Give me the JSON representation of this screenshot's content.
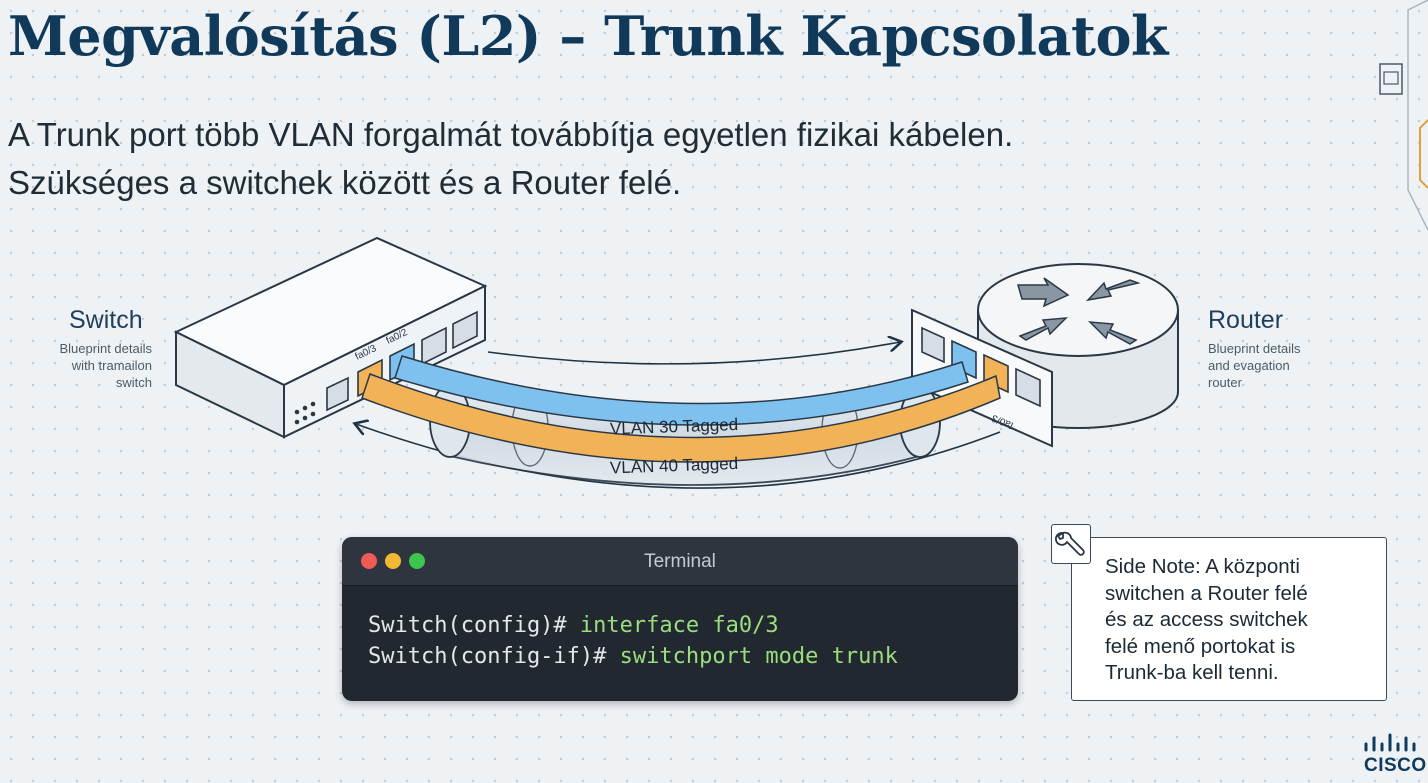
{
  "slide": {
    "title": "Megvalósítás (L2) – Trunk Kapcsolatok",
    "subtitle_line1": "A Trunk port több VLAN forgalmát továbbítja egyetlen fizikai kábelen.",
    "subtitle_line2": "Szükséges a switchek között és a Router felé."
  },
  "diagram": {
    "switch": {
      "label": "Switch",
      "desc_lines": [
        "Blueprint details",
        "with tramailon",
        "switch"
      ],
      "port_labels": [
        "fa0/3",
        "fa0/2"
      ]
    },
    "router": {
      "label": "Router",
      "desc_lines": [
        "Blueprint details",
        "and evagation",
        "router"
      ],
      "port_label": "fa0/3"
    },
    "vlans": [
      {
        "label": "VLAN 30 Tagged",
        "color": "#7ec0ee"
      },
      {
        "label": "VLAN 40 Tagged",
        "color": "#f2b257"
      }
    ]
  },
  "terminal": {
    "title": "Terminal",
    "lines": [
      {
        "prompt": "Switch(config)# ",
        "command": "interface fa0/3"
      },
      {
        "prompt": "Switch(config-if)# ",
        "command": "switchport mode trunk"
      }
    ]
  },
  "side_note": {
    "icon": "wrench-icon",
    "lines": [
      "Side Note: A központi",
      "switchen a Router felé",
      "és az access switchek",
      "felé menő portokat is",
      "Trunk-ba kell tenni."
    ]
  },
  "brand": {
    "logo_text": "CISCO"
  },
  "colors": {
    "title": "#10395a",
    "vlan30": "#7ec0ee",
    "vlan40": "#f2b257",
    "terminal_bg": "#222830",
    "command": "#9bdd7e"
  }
}
